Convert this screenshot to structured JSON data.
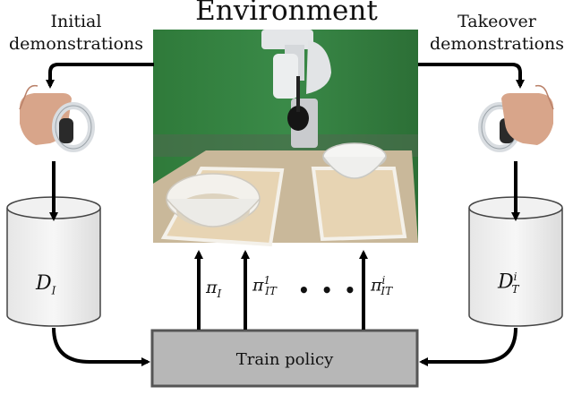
{
  "title": "Environment",
  "left_label": [
    "Initial",
    "demonstrations"
  ],
  "right_label": [
    "Takeover",
    "demonstrations"
  ],
  "dataset_initial": {
    "symbol": "D",
    "sub": "I"
  },
  "dataset_takeover": {
    "symbol": "D",
    "sub": "T",
    "sup": "i"
  },
  "policies": [
    {
      "symbol": "π",
      "sub": "I",
      "sup": ""
    },
    {
      "symbol": "π",
      "sub": "IT",
      "sup": "1"
    },
    {
      "symbol": "π",
      "sub": "IT",
      "sup": "i"
    }
  ],
  "ellipsis": "• • •",
  "train_box_label": "Train policy",
  "colors": {
    "train_box_fill": "#b7b7b7",
    "train_box_border": "#555555",
    "arrow": "#000000"
  }
}
